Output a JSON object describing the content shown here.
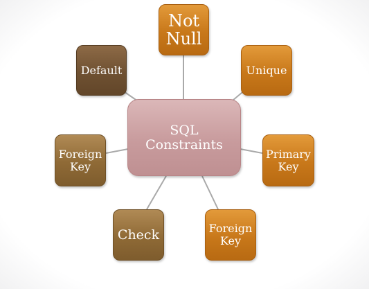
{
  "diagram": {
    "center": {
      "label": "SQL\nConstraints"
    },
    "nodes": {
      "not_null": {
        "label": "Not\nNull"
      },
      "unique": {
        "label": "Unique"
      },
      "primary_key": {
        "label": "Primary\nKey"
      },
      "foreign_key_bottom": {
        "label": "Foreign\nKey"
      },
      "check": {
        "label": "Check"
      },
      "foreign_key_left": {
        "label": "Foreign\nKey"
      },
      "default": {
        "label": "Default"
      }
    },
    "colors": {
      "center_fill": "#c89b9d",
      "orange_fill": "#c8781a",
      "tan_fill": "#8f6a36",
      "brown_fill": "#6f5132",
      "connector": "#a9a9a9"
    }
  }
}
